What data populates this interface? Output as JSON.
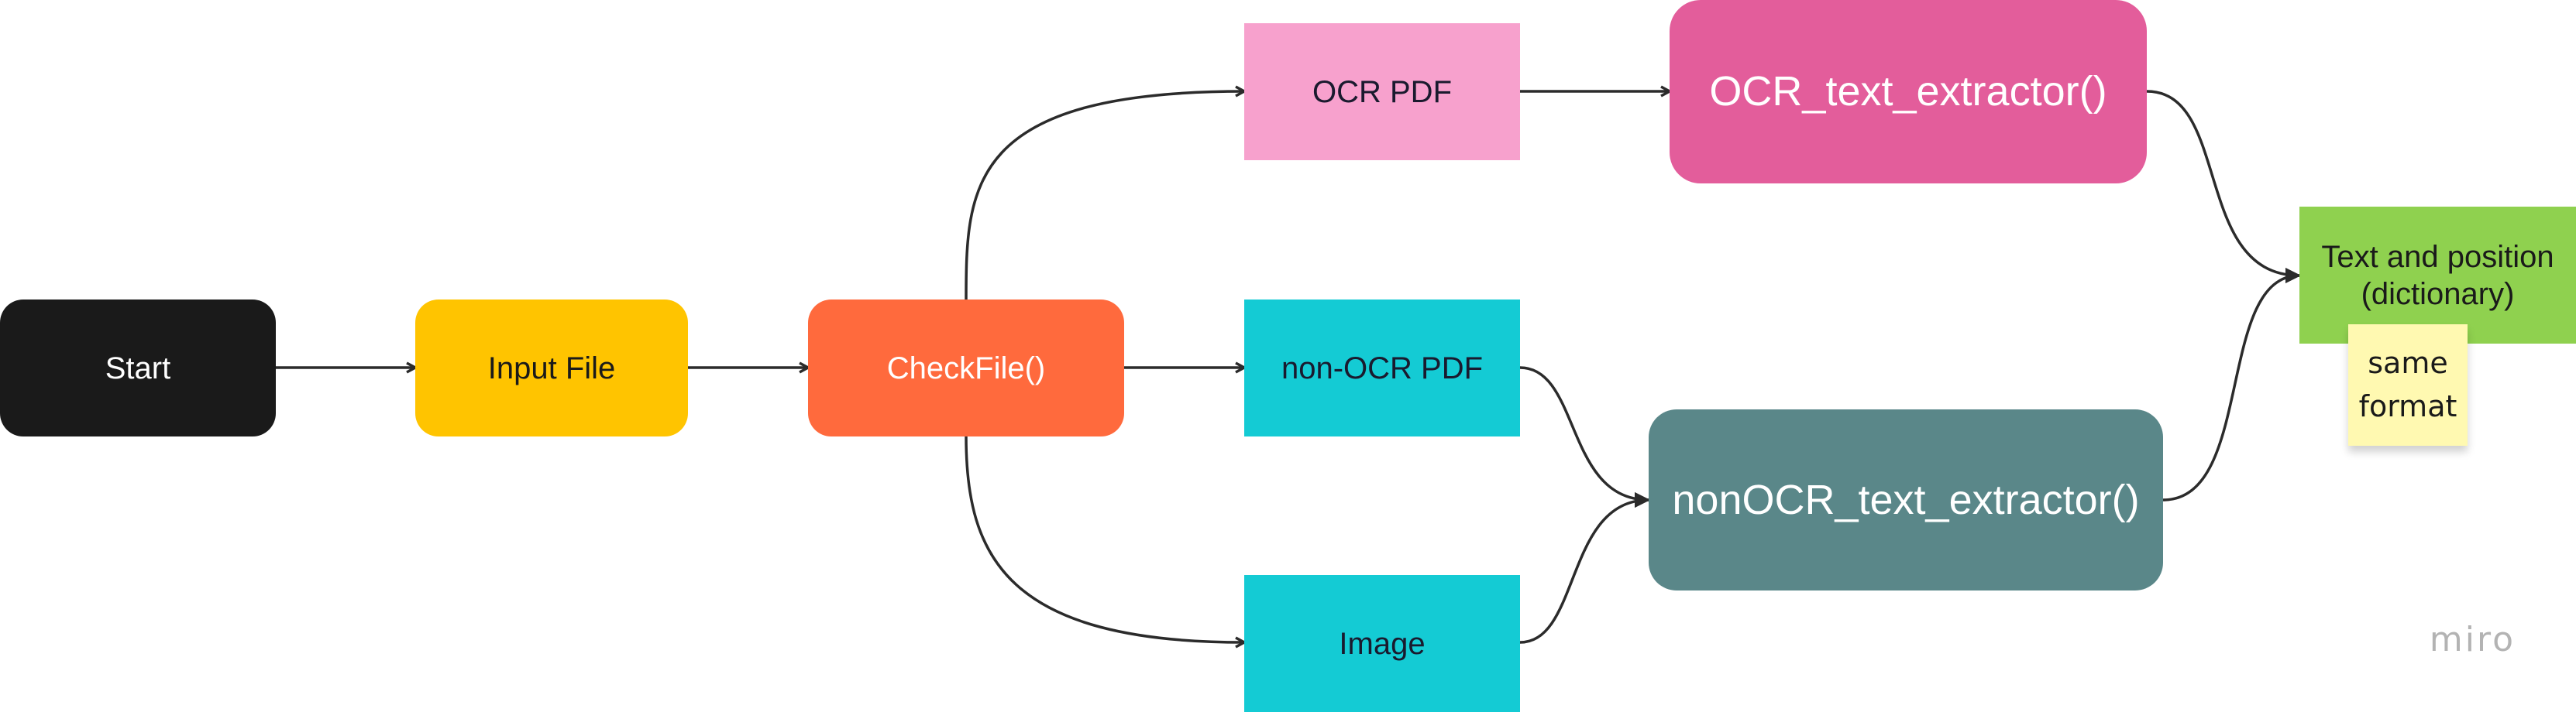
{
  "colors": {
    "edge": "#2b2b2b",
    "start_bg": "#1a1a1a",
    "start_fg": "#ffffff",
    "input_bg": "#ffc400",
    "input_fg": "#1a1a1a",
    "check_bg": "#ff6a3d",
    "check_fg": "#ffffff",
    "ocrpdf_bg": "#f7a1cd",
    "ocrpdf_fg": "#1a1a2e",
    "cyan_bg": "#14cbd4",
    "cyan_fg": "#1a1a2e",
    "ocrext_bg": "#e35d9b",
    "ocrext_fg": "#ffffff",
    "nonocrext_bg": "#5a8789",
    "nonocrext_fg": "#ffffff",
    "output_bg": "#8fd14f",
    "output_fg": "#1a1a1a",
    "sticky_bg": "#fff9b1",
    "sticky_fg": "#1a1a1a",
    "watermark": "#b3b3b3"
  },
  "nodes": {
    "start": "Start",
    "input_file": "Input File",
    "check_file": "CheckFile()",
    "ocr_pdf": "OCR PDF",
    "non_ocr_pdf": "non-OCR PDF",
    "image": "Image",
    "ocr_extractor": "OCR_text_extractor()",
    "non_ocr_extractor": "nonOCR_text_extractor()",
    "output": "Text and position (dictionary)"
  },
  "sticky_note": {
    "line1": "same",
    "line2": "format"
  },
  "watermark": "miro",
  "edges": [
    {
      "from": "start",
      "to": "input_file"
    },
    {
      "from": "input_file",
      "to": "check_file"
    },
    {
      "from": "check_file",
      "to": "ocr_pdf"
    },
    {
      "from": "check_file",
      "to": "non_ocr_pdf"
    },
    {
      "from": "check_file",
      "to": "image"
    },
    {
      "from": "ocr_pdf",
      "to": "ocr_extractor"
    },
    {
      "from": "non_ocr_pdf",
      "to": "non_ocr_extractor"
    },
    {
      "from": "image",
      "to": "non_ocr_extractor"
    },
    {
      "from": "ocr_extractor",
      "to": "output"
    },
    {
      "from": "non_ocr_extractor",
      "to": "output"
    }
  ]
}
